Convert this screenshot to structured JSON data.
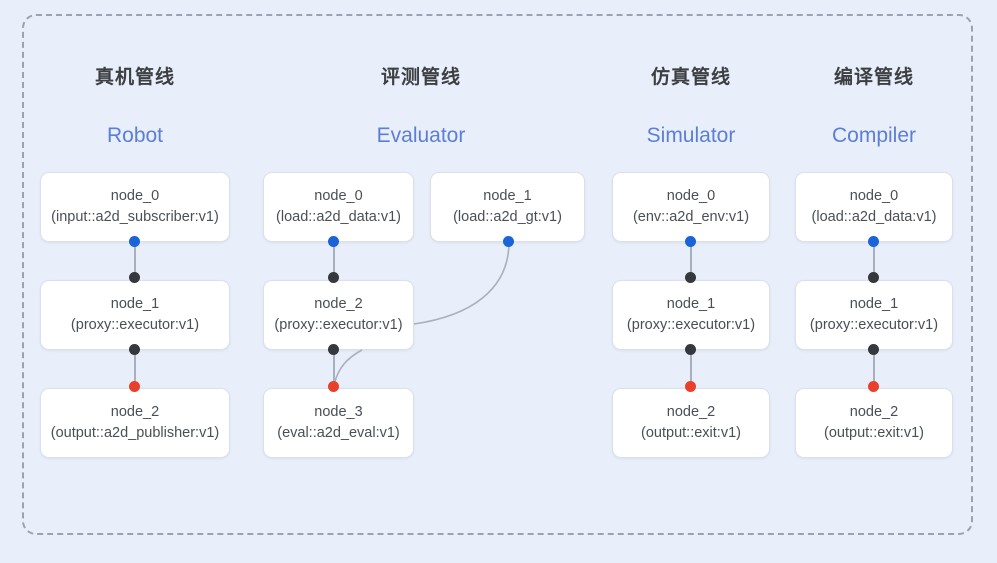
{
  "diagram": {
    "title_cn_suffix": "管线",
    "frame": {
      "style": "dashed-rounded-rectangle"
    },
    "colors": {
      "background": "#e9eefb",
      "frame_border": "#9aa3b2",
      "node_fill": "#ffffff",
      "node_border": "#dbe1ea",
      "title_cn": "#3c4043",
      "title_en": "#5b7fd4",
      "dot_blue": "#1a63d8",
      "dot_black": "#35383d",
      "dot_red": "#e8402a",
      "edge_line": "#a9b0bd"
    },
    "columns": [
      {
        "title_cn": "真机管线",
        "title_en": "Robot",
        "nodes": [
          {
            "name": "node_0",
            "type": "(input::a2d_subscriber:v1)"
          },
          {
            "name": "node_1",
            "type": "(proxy::executor:v1)"
          },
          {
            "name": "node_2",
            "type": "(output::a2d_publisher:v1)"
          }
        ]
      },
      {
        "title_cn": "评测管线",
        "title_en": "Evaluator",
        "nodes": [
          {
            "name": "node_0",
            "type": "(load::a2d_data:v1)"
          },
          {
            "name": "node_2",
            "type": "(proxy::executor:v1)"
          },
          {
            "name": "node_3",
            "type": "(eval::a2d_eval:v1)"
          },
          {
            "name": "node_1",
            "type": "(load::a2d_gt:v1)"
          }
        ]
      },
      {
        "title_cn": "仿真管线",
        "title_en": "Simulator",
        "nodes": [
          {
            "name": "node_0",
            "type": "(env::a2d_env:v1)"
          },
          {
            "name": "node_1",
            "type": "(proxy::executor:v1)"
          },
          {
            "name": "node_2",
            "type": "(output::exit:v1)"
          }
        ]
      },
      {
        "title_cn": "编译管线",
        "title_en": "Compiler",
        "nodes": [
          {
            "name": "node_0",
            "type": "(load::a2d_data:v1)"
          },
          {
            "name": "node_1",
            "type": "(proxy::executor:v1)"
          },
          {
            "name": "node_2",
            "type": "(output::exit:v1)"
          }
        ]
      }
    ]
  }
}
